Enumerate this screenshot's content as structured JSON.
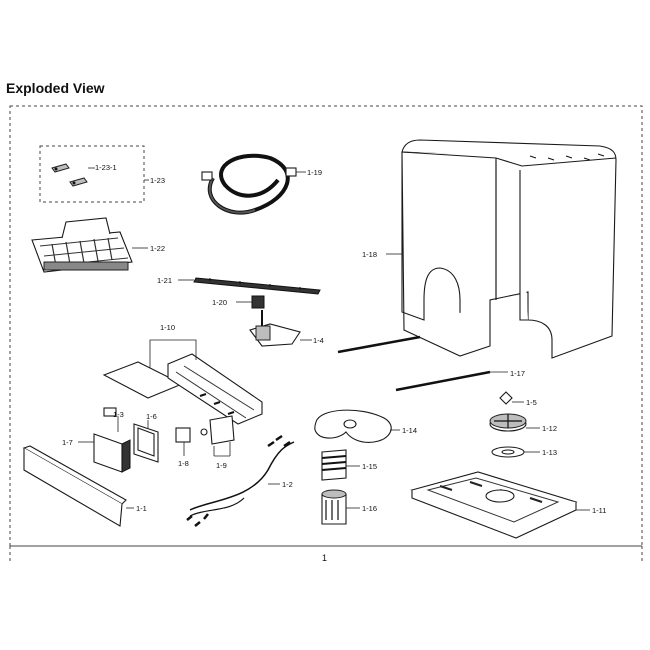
{
  "title": "Exploded View",
  "bottom_number": "1",
  "parts": [
    {
      "id": "p-1-23-1",
      "label": "1-23-1"
    },
    {
      "id": "p-1-23",
      "label": "1-23"
    },
    {
      "id": "p-1-19",
      "label": "1-19"
    },
    {
      "id": "p-1-22",
      "label": "1-22"
    },
    {
      "id": "p-1-18",
      "label": "1-18"
    },
    {
      "id": "p-1-21",
      "label": "1-21"
    },
    {
      "id": "p-1-20",
      "label": "1-20"
    },
    {
      "id": "p-1-4",
      "label": "1-4"
    },
    {
      "id": "p-1-10",
      "label": "1-10"
    },
    {
      "id": "p-1-17",
      "label": "1-17"
    },
    {
      "id": "p-1-5",
      "label": "1-5"
    },
    {
      "id": "p-1-3",
      "label": "1-3"
    },
    {
      "id": "p-1-6",
      "label": "1-6"
    },
    {
      "id": "p-1-7",
      "label": "1-7"
    },
    {
      "id": "p-1-14",
      "label": "1-14"
    },
    {
      "id": "p-1-12",
      "label": "1-12"
    },
    {
      "id": "p-1-8",
      "label": "1-8"
    },
    {
      "id": "p-1-9",
      "label": "1-9"
    },
    {
      "id": "p-1-15",
      "label": "1-15"
    },
    {
      "id": "p-1-13",
      "label": "1-13"
    },
    {
      "id": "p-1-2",
      "label": "1-2"
    },
    {
      "id": "p-1-1",
      "label": "1-1"
    },
    {
      "id": "p-1-16",
      "label": "1-16"
    },
    {
      "id": "p-1-11",
      "label": "1-11"
    }
  ]
}
